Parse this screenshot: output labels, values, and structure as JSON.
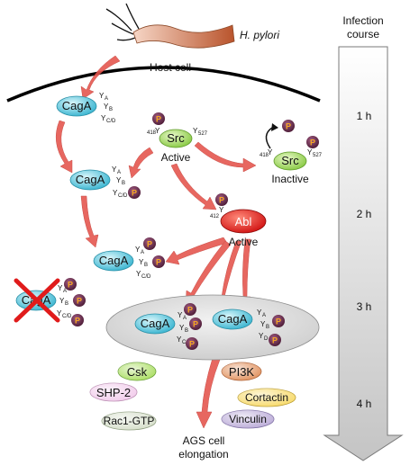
{
  "organism": "H. pylori",
  "host_cell": "Host cell",
  "timeline": {
    "title_line1": "Infection",
    "title_line2": "course",
    "ticks": [
      "1 h",
      "2 h",
      "3 h",
      "4 h"
    ]
  },
  "p_label": "P",
  "y_label": "Y",
  "cagA": "CagA",
  "site_a": "A",
  "site_b": "B",
  "site_c": "C",
  "site_d": "D",
  "site_cd": "C/D",
  "src": {
    "name": "Src",
    "site_418": "418",
    "site_527": "527",
    "active": "Active",
    "inactive": "Inactive"
  },
  "abl": {
    "name": "Abl",
    "site_412": "412",
    "active": "Active"
  },
  "effectors": [
    "Csk",
    "PI3K",
    "SHP-2",
    "Cortactin",
    "Rac1-GTP",
    "Vinculin"
  ],
  "outcome_line1": "AGS cell",
  "outcome_line2": "elongation",
  "colors": {
    "cagA": "#5bc8dc",
    "src": "#a6dc5a",
    "abl": "#e01b1b",
    "phospho": "#6e2a4f",
    "pi3k": "#e08c56",
    "shp2": "#f1c9ea",
    "cortactin": "#f7d862",
    "rac1": "#d4ddc8",
    "vinculin": "#b8a8d6",
    "arrow": "#e24a4a",
    "cross": "#e01b1b"
  }
}
